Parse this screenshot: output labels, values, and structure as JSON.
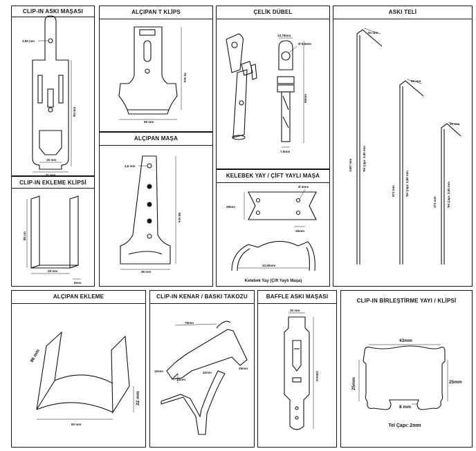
{
  "panels": {
    "clip_in_aski_masasi": {
      "title": "CLIP-IN ASKI MAŞASI",
      "dims": {
        "hole": "3,55 mm",
        "height": "90 mm",
        "inner_width": "16 mm",
        "width": "31 mm"
      }
    },
    "clip_in_ekleme_klipsi": {
      "title": "CLIP-IN EKLEME KLİPSİ",
      "dims": {
        "height": "85 cm",
        "width": "28 mm",
        "depth": "8mm"
      }
    },
    "alcipan_t_klips": {
      "title": "ALÇIPAN T KLİPS",
      "dims": {
        "height": "76 mm",
        "width": "56 mm"
      }
    },
    "alcipan_masa": {
      "title": "ALÇIPAN MAŞA",
      "dims": {
        "hole": "4,6 mm",
        "height": "66 mm",
        "width": "36 mm"
      }
    },
    "celik_dubel": {
      "title": "ÇELİK DÜBEL",
      "dims": {
        "top_width": "13,79mm",
        "hole": "Ø 6,5mm",
        "height": "60mm",
        "bottom_width": "7,5mm"
      }
    },
    "kelebek_yay": {
      "title": "KELEBEK YAY / ÇİFT YAYLI MAŞA",
      "dims": {
        "hole": "Ø 4mm",
        "height": "29mm",
        "width": "25mm",
        "length": "42,90mm"
      },
      "caption": "Kelebek Yay (Çift Yaylı Maşa)"
    },
    "aski_teli": {
      "title": "ASKI TELİ",
      "dims": {
        "long_len": "1497 mm",
        "long_diam": "Tel Çapı: 3,80 mm",
        "long_hook": "50 mm",
        "mid_len": "973 mm",
        "mid_diam": "Tel Çapı: 3,80 mm",
        "mid_hook": "50 mm",
        "short_len": "473 mm",
        "short_diam": "Tel Çapı: 3,80 mm",
        "short_hook": "50 mm"
      }
    },
    "alcipan_ekleme": {
      "title": "ALÇIPAN EKLEME",
      "dims": {
        "height": "86 mm",
        "right": "22 mm",
        "width": "60 mm"
      }
    },
    "clip_in_kenar": {
      "title": "CLIP-IN KENAR / BASKI TAKOZU",
      "dims": {
        "top": "75mm",
        "left": "12mm",
        "small": "13mm",
        "mid": "42mm",
        "right": "25mm"
      }
    },
    "baffle_aski": {
      "title": "BAFFLE ASKI MAŞASI",
      "dims": {
        "width": "30 mm",
        "height": "120mm"
      }
    },
    "clip_in_birlestirme": {
      "title": "CLIP-IN BİRLEŞTİRME YAYI / KLİPSİ",
      "dims": {
        "width": "43mm",
        "left": "25mm",
        "right": "25mm",
        "gap": "8 mm"
      },
      "caption": "Tel Çapı: 2mm"
    }
  }
}
